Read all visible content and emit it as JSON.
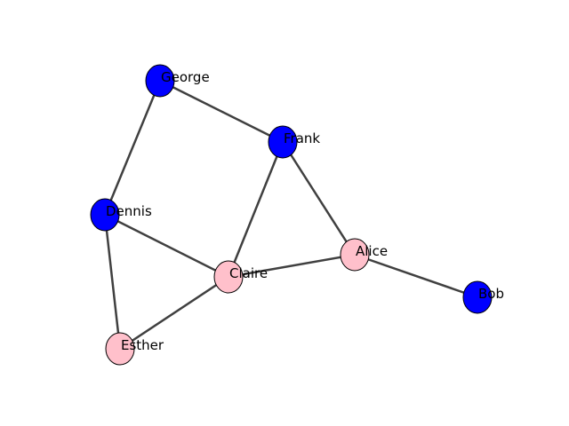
{
  "colors": {
    "group_blue": "#0000ff",
    "group_pink": "#ffc0cb",
    "edge": "#404040",
    "node_border": "#000000"
  },
  "nodes": [
    {
      "id": "george",
      "label": "George",
      "group": "group_blue"
    },
    {
      "id": "frank",
      "label": "Frank",
      "group": "group_blue"
    },
    {
      "id": "dennis",
      "label": "Dennis",
      "group": "group_blue"
    },
    {
      "id": "claire",
      "label": "Claire",
      "group": "group_pink"
    },
    {
      "id": "alice",
      "label": "Alice",
      "group": "group_pink"
    },
    {
      "id": "bob",
      "label": "Bob",
      "group": "group_blue"
    },
    {
      "id": "esther",
      "label": "Esther",
      "group": "group_pink"
    }
  ],
  "edges": [
    [
      "george",
      "frank"
    ],
    [
      "george",
      "dennis"
    ],
    [
      "frank",
      "claire"
    ],
    [
      "frank",
      "alice"
    ],
    [
      "dennis",
      "claire"
    ],
    [
      "dennis",
      "esther"
    ],
    [
      "claire",
      "alice"
    ],
    [
      "claire",
      "esther"
    ],
    [
      "alice",
      "bob"
    ]
  ]
}
